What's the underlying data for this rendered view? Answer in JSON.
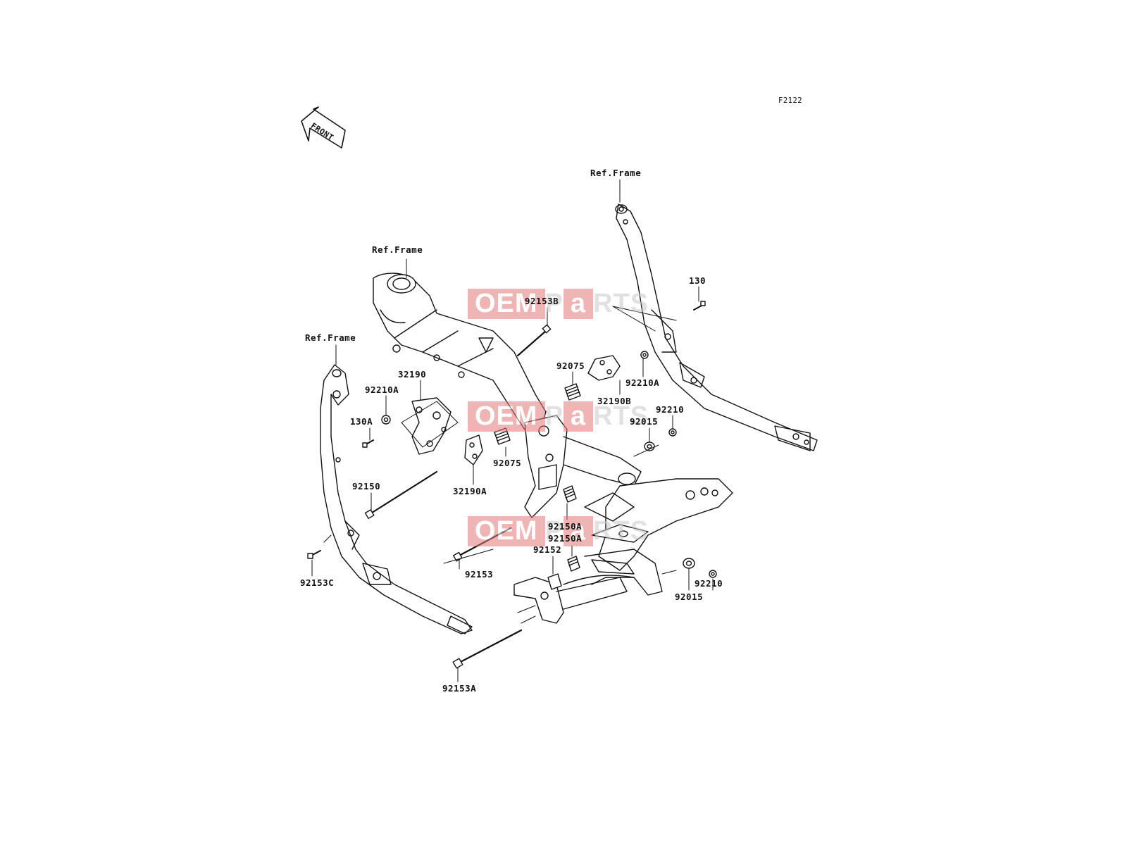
{
  "diagram": {
    "code": "F2122",
    "front_label": "FRONT",
    "watermark": {
      "oem": "OEM",
      "parts_a": "P",
      "parts_b": "a",
      "parts_c": "RTS"
    },
    "ref_frame_labels": [
      "Ref.Frame",
      "Ref.Frame",
      "Ref.Frame"
    ],
    "parts": [
      "92153B",
      "130",
      "32190",
      "92075",
      "92210A",
      "92210A",
      "32190B",
      "130A",
      "92210",
      "92015",
      "92075",
      "92150",
      "32190A",
      "92150A",
      "92150A",
      "92152",
      "92153",
      "92153C",
      "92210",
      "92015",
      "92153A"
    ]
  }
}
